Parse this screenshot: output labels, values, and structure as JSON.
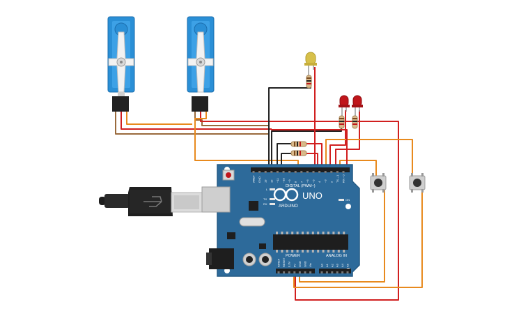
{
  "board": {
    "brand": "ARDUINO",
    "model": "UNO",
    "digital_header": "DIGITAL (PWM~)",
    "power_header": "POWER",
    "analog_header": "ANALOG IN",
    "on_label": "ON",
    "led_l": "L",
    "led_tx": "TX",
    "led_rx": "RX",
    "digital_pins": [
      "AREF",
      "GND",
      "13",
      "12",
      "~11",
      "~10",
      "~9",
      "8",
      "7",
      "~6",
      "~5",
      "4",
      "~3",
      "2",
      "TX→1",
      "RX←0"
    ],
    "power_pins": [
      "IOREF",
      "RESET",
      "3.3V",
      "5V",
      "GND",
      "GND",
      "Vin"
    ],
    "analog_pins": [
      "A0",
      "A1",
      "A2",
      "A3",
      "A4",
      "A5"
    ]
  },
  "colors": {
    "board": "#2d6a9a",
    "servo": "#2a8fd6",
    "wire_red": "#d11f1f",
    "wire_orange": "#e88a1e",
    "wire_black": "#222222",
    "wire_brown": "#9a6a3c",
    "led_yellow": "#d7c04a",
    "led_red": "#c0161b"
  },
  "components": {
    "servos": [
      "servo-1",
      "servo-2"
    ],
    "leds": [
      "led-yellow",
      "led-red-1",
      "led-red-2"
    ],
    "buttons": [
      "pushbutton-1",
      "pushbutton-2"
    ],
    "usb": "usb-cable"
  }
}
